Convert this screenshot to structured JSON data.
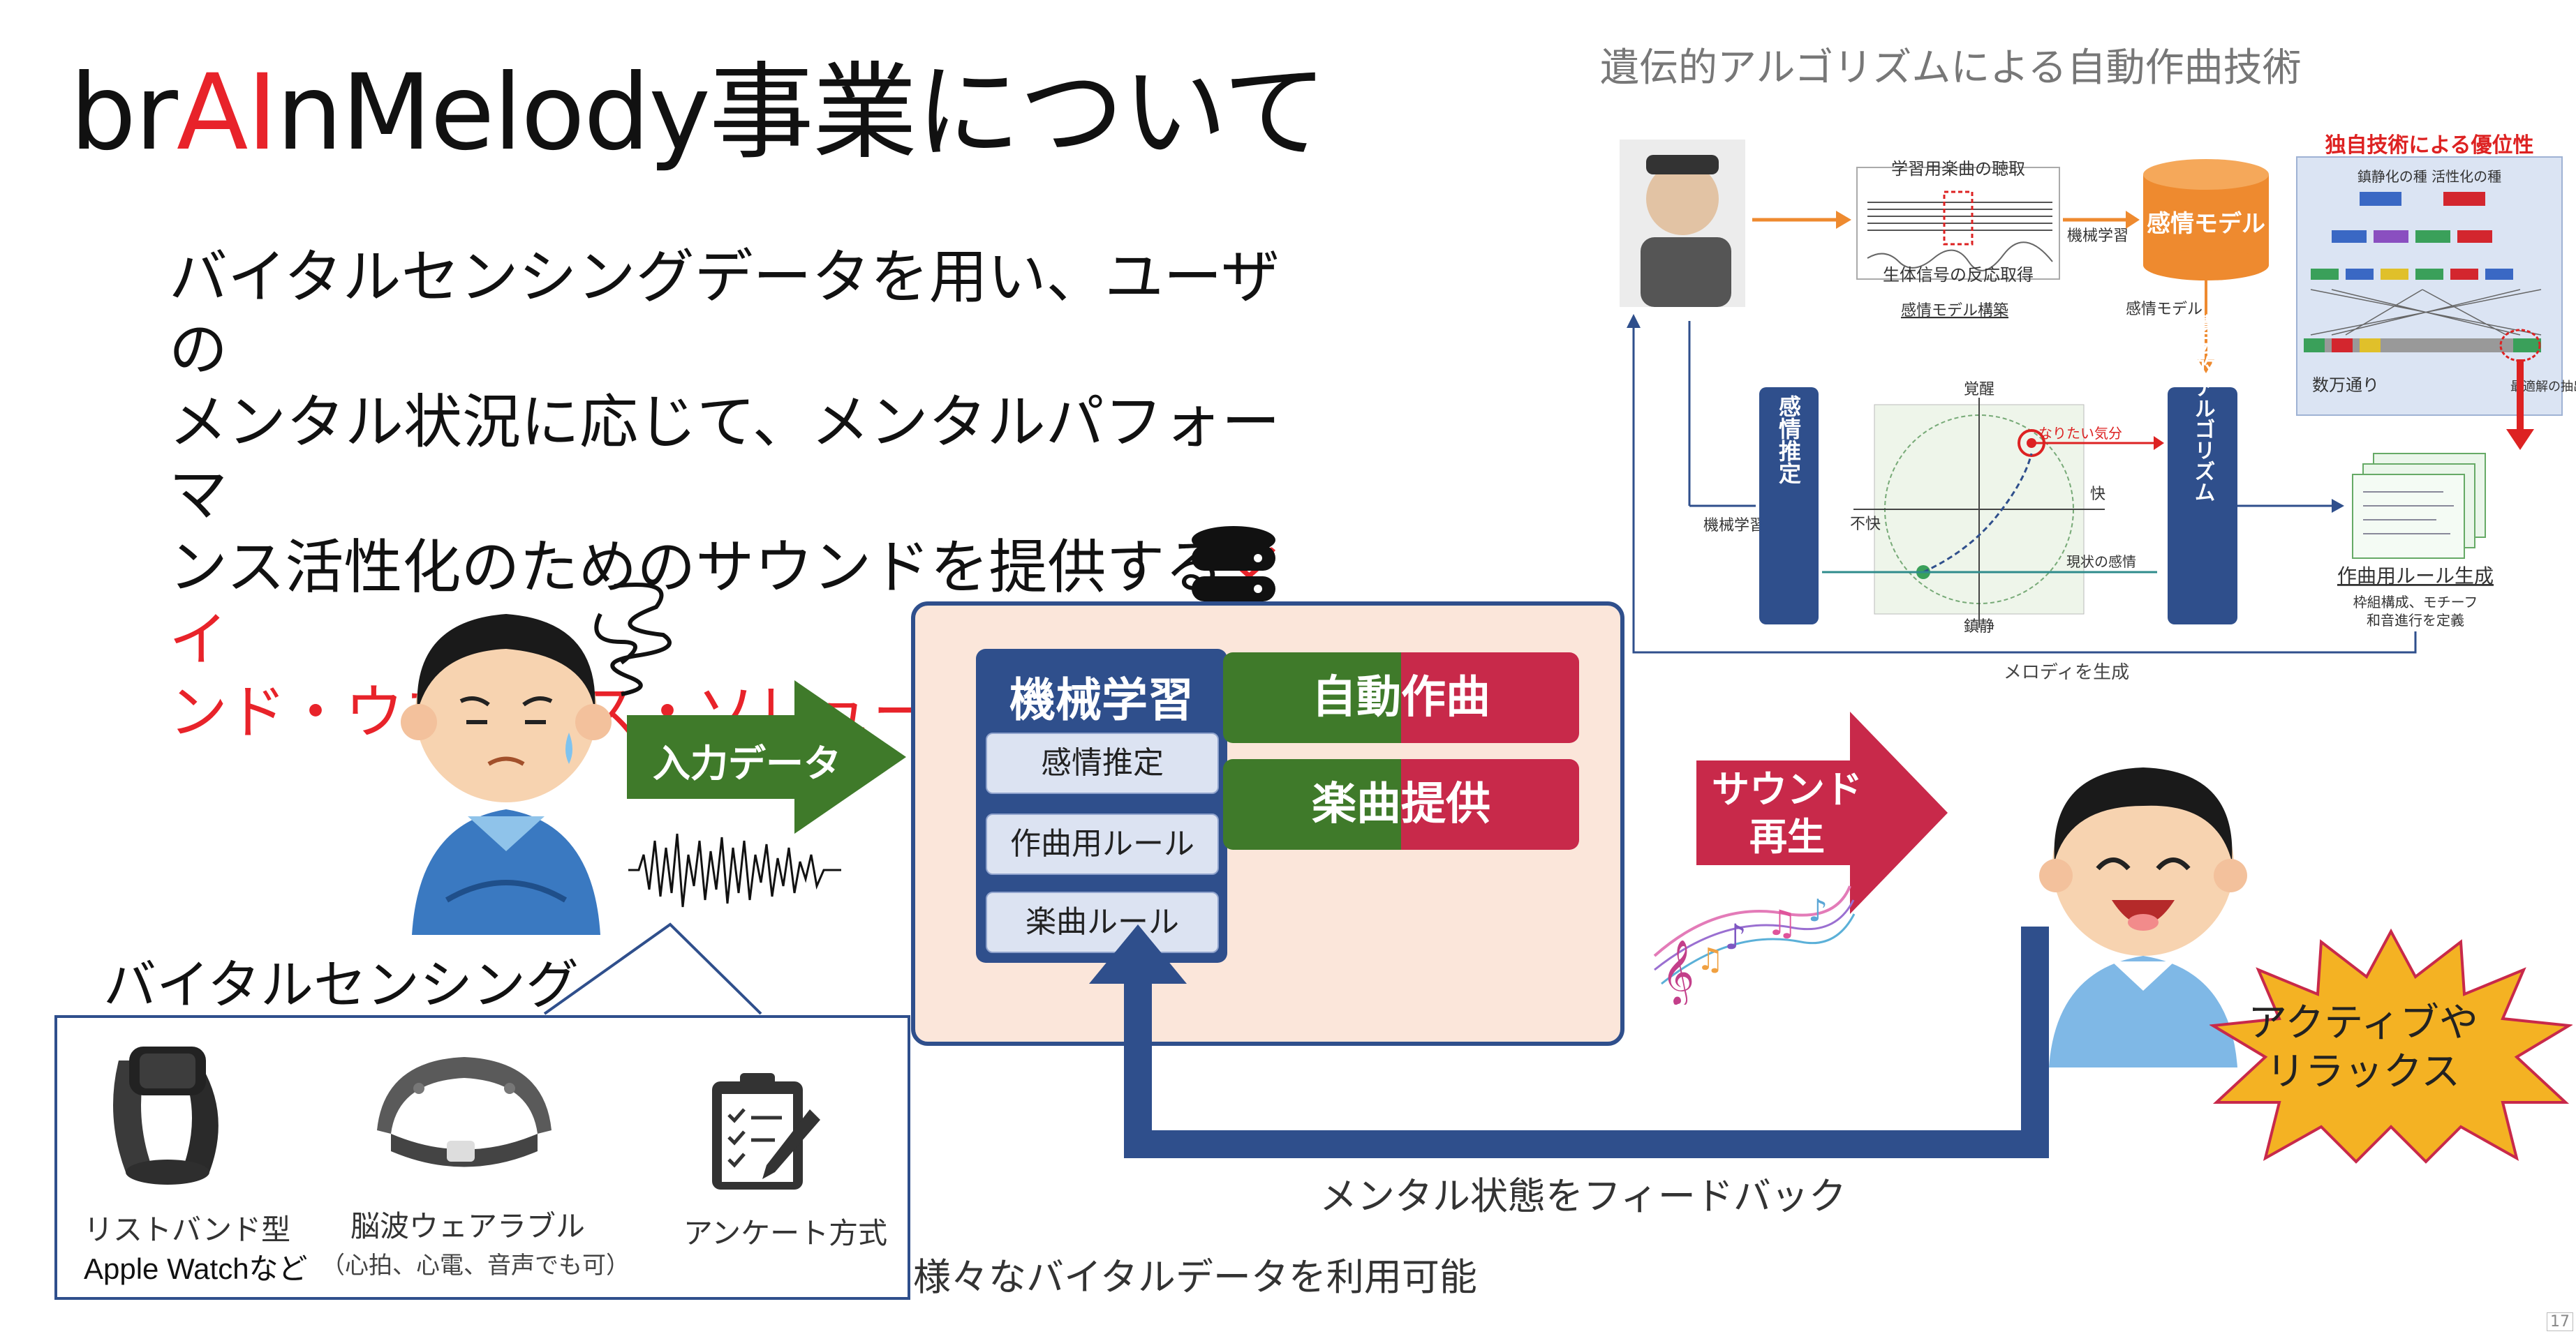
{
  "title": {
    "pre": "br",
    "hl": "AI",
    "post": "nMelody事業について"
  },
  "lead": {
    "line1": "バイタルセンシングデータを用い、ユーザの",
    "line2": "メンタル状況に応じて、メンタルパフォーマ",
    "line3_black": "ンス活性化のためのサウンドを提供する",
    "line3_red": "マイ",
    "line4_red": "ンド・ウエルネス・ソリューション"
  },
  "right_panel": {
    "title": "遺伝的アルゴリズムによる自動作曲技術",
    "listen": "学習用楽曲の聴取",
    "bio": "生体信号の反応取得",
    "kansei_build": "感情モデル構築",
    "ml_small": "機械学習",
    "kansei_model": "感情モデル",
    "kansei_model_small": "感情モデル",
    "dokuji": "独自技術による優位性",
    "tree_top": "鎮静化の種 活性化の種",
    "suman": "数万通り",
    "saiteki": "最適解の抽出",
    "kansei_suitei": "感情推定",
    "ga": "遺伝的アルゴリズム",
    "ml_small2": "機械学習",
    "kakusei": "覚醒",
    "chinsei": "鎮静",
    "fukai": "不快",
    "kai": "快",
    "naritai": "なりたい気分",
    "genjou": "現状の感情",
    "rule_gen": "作曲用ルール生成",
    "rule_desc1": "枠組構成、モチーフ",
    "rule_desc2": "和音進行を定義",
    "melody": "メロディを生成"
  },
  "input_arrow": "入力データ",
  "ml": {
    "title": "機械学習",
    "items": [
      "感情推定",
      "作曲用ルール",
      "楽曲ルール"
    ]
  },
  "outputs": [
    "自動作曲",
    "楽曲提供"
  ],
  "sound_arrow": {
    "line1": "サウンド",
    "line2": "再生"
  },
  "burst": {
    "line1": "アクティブや",
    "line2": "リラックス"
  },
  "feedback": "メンタル状態をフィードバック",
  "vital_label": "バイタルセンシング",
  "devices": {
    "wrist_line1": "リストバンド型",
    "wrist_line2": "Apple Watchなど",
    "brain_line1": "脳波ウェアラブル",
    "brain_line2": "（心拍、心電、音声でも可）",
    "survey": "アンケート方式"
  },
  "footnote": "様々なバイタルデータを利用可能",
  "page_number": "17",
  "colors": {
    "accent_red": "#e8232a",
    "navy": "#2f4f8c",
    "green": "#3f7a2a",
    "crimson": "#c8294a",
    "peach": "#fbe6da",
    "orange": "#ee8a2f",
    "burst": "#f4b223"
  }
}
